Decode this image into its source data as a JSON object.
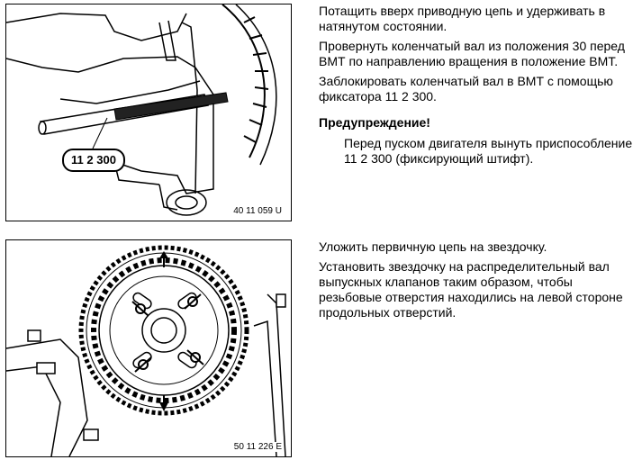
{
  "figure1": {
    "tool_label": "11 2 300",
    "figure_code": "40 11 059 U"
  },
  "figure2": {
    "figure_code": "50 11 226 E"
  },
  "section1": {
    "paragraphs": [
      "Потащить вверх приводную цепь и удерживать в натянутом состоянии.",
      "Провернуть коленчатый вал из положения 30 перед ВМТ по направлению вращения в положение ВМТ.",
      "Заблокировать коленчатый вал в ВМТ с помощью фиксатора 11 2 300."
    ],
    "warning_title": "Предупреждение!",
    "warning_body": "Перед пуском двигателя вынуть приспособление 11 2 300 (фиксирующий штифт)."
  },
  "section2": {
    "paragraphs": [
      "Уложить первичную цепь на звездочку.",
      "Установить звездочку на распределительный вал выпускных клапанов таким образом, чтобы резьбовые отверстия находились на левой стороне продольных отверстий."
    ]
  }
}
